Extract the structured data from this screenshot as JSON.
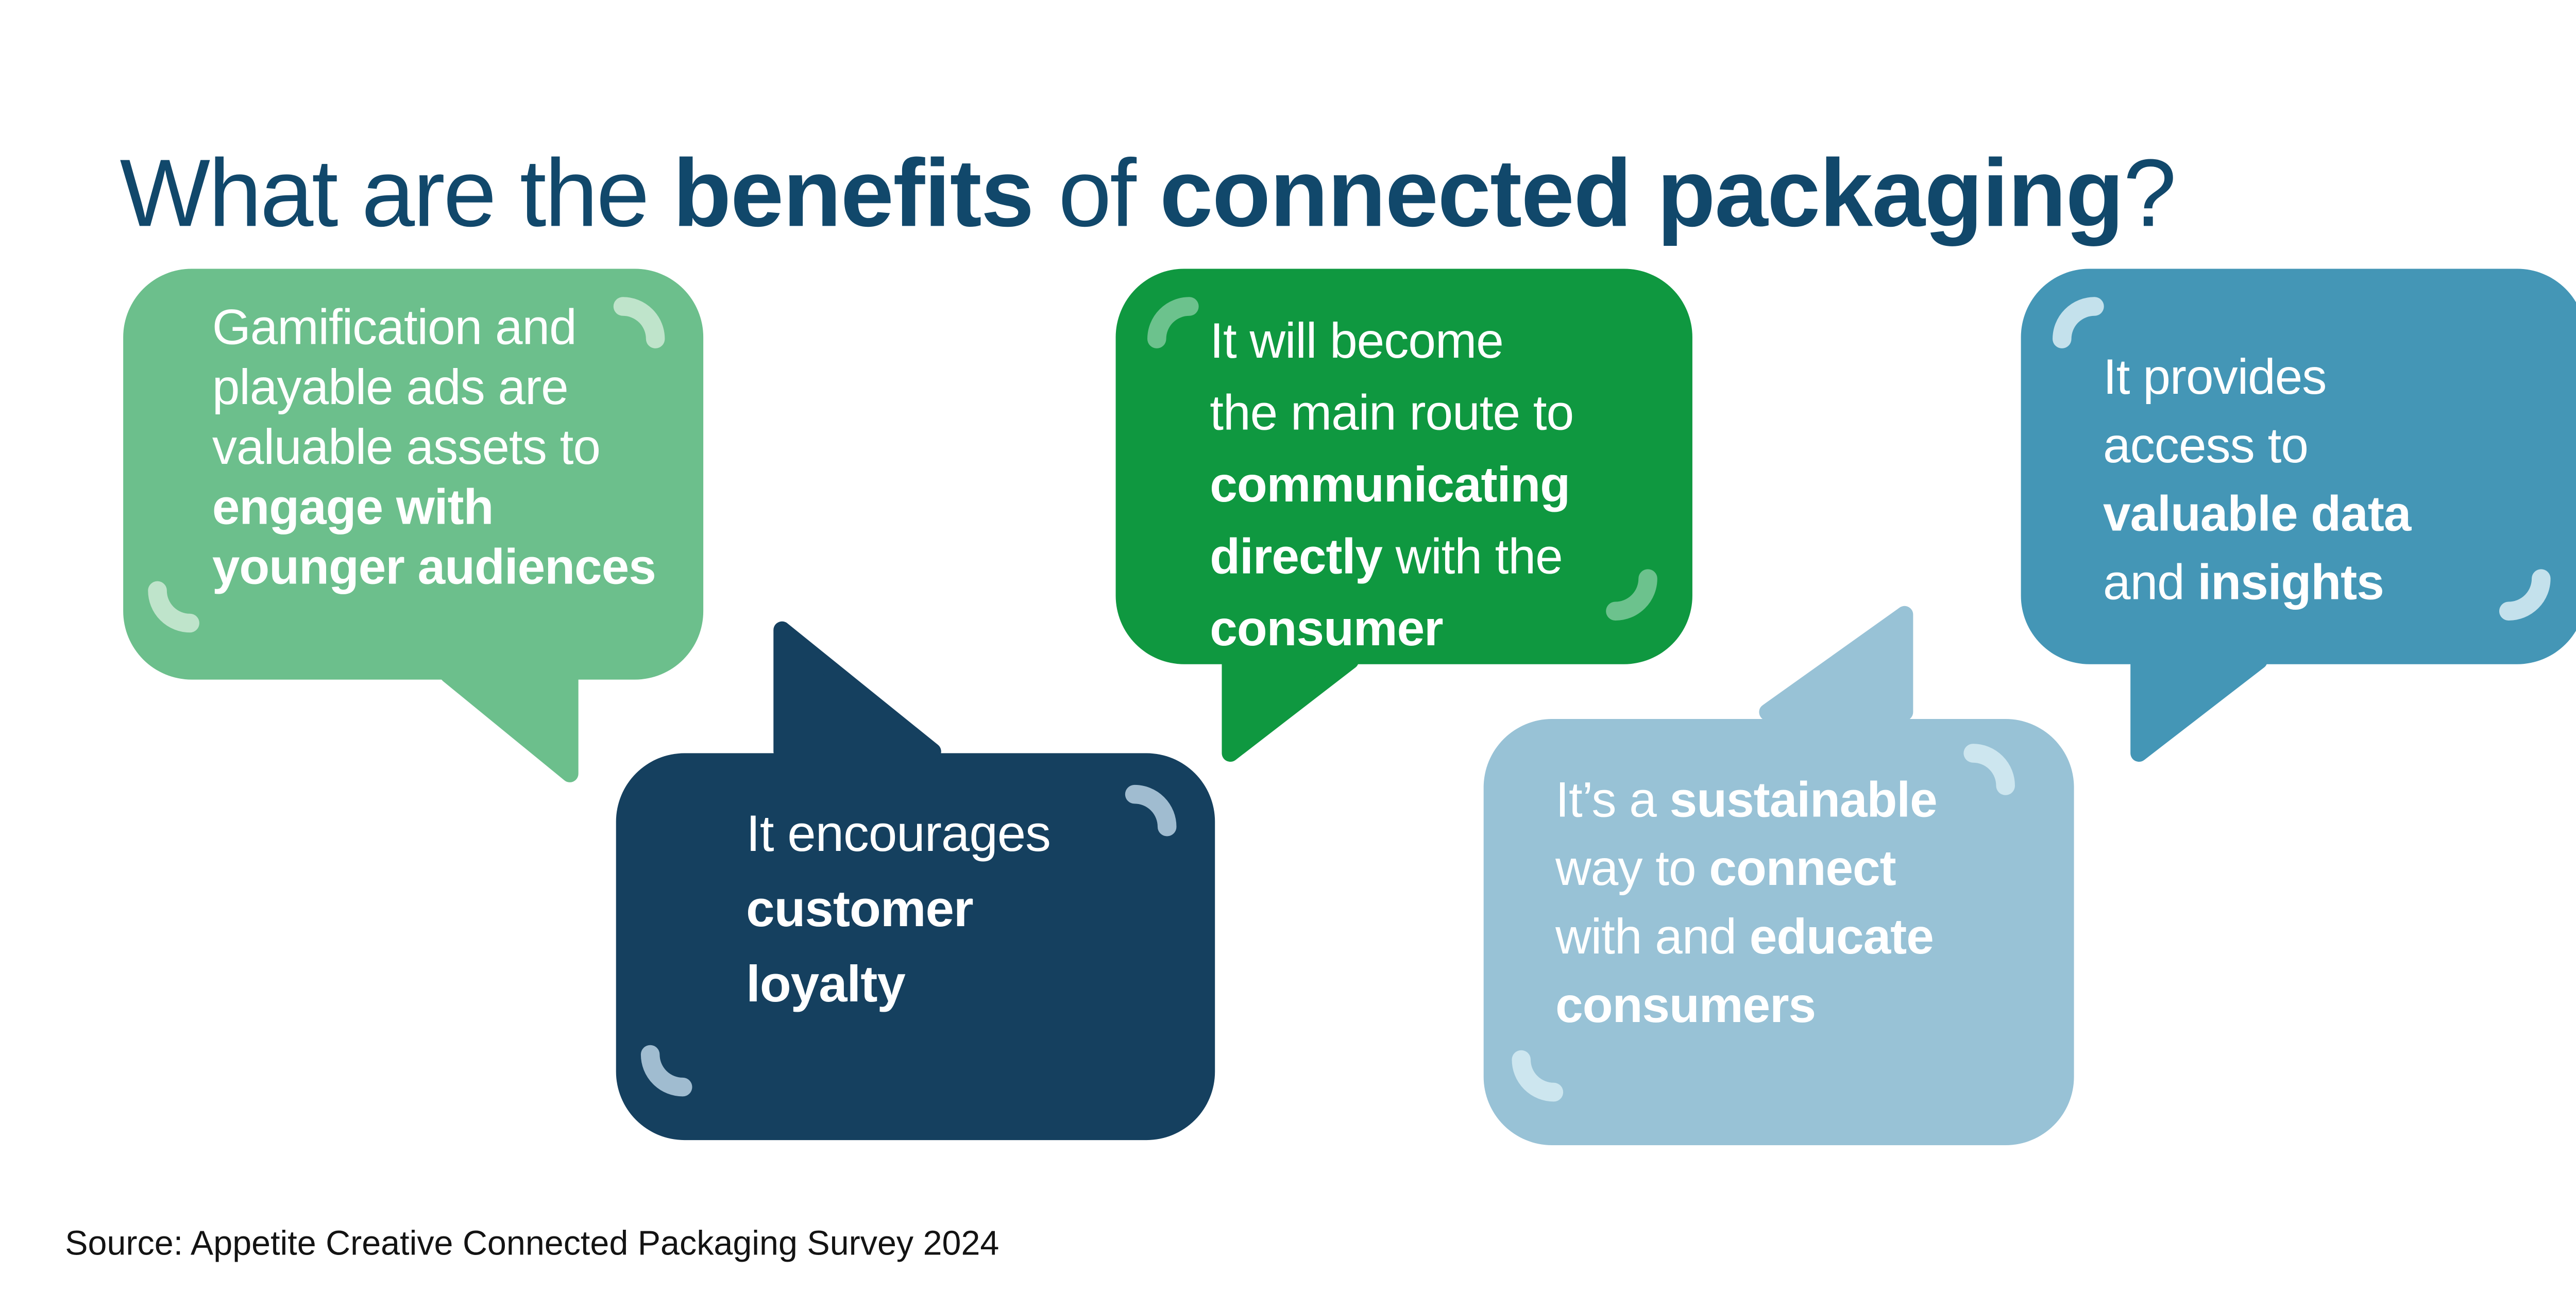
{
  "title": {
    "color": "#11486b",
    "parts": [
      {
        "text": "What are the ",
        "bold": false
      },
      {
        "text": "benefits",
        "bold": true
      },
      {
        "text": " of ",
        "bold": false
      },
      {
        "text": "connected packaging",
        "bold": true
      },
      {
        "text": "?",
        "bold": false
      }
    ]
  },
  "bubbles": [
    {
      "name": "engage-younger-audiences",
      "color": "#6cbf8c",
      "arc_color": "#bfe4cb",
      "text_color": "#ffffff",
      "tail_direction": "down",
      "segments": [
        {
          "text": "Gamification and\nplayable ads are\nvaluable assets to\n",
          "bold": false
        },
        {
          "text": "engage with\nyounger audiences",
          "bold": true
        }
      ]
    },
    {
      "name": "customer-loyalty",
      "color": "#15405f",
      "arc_color": "#a0bcd0",
      "text_color": "#ffffff",
      "tail_direction": "up",
      "segments": [
        {
          "text": "It encourages\n",
          "bold": false
        },
        {
          "text": "customer\nloyalty",
          "bold": true
        }
      ]
    },
    {
      "name": "communicating-directly-consumer",
      "color": "#0f9840",
      "arc_color": "#6cc28d",
      "text_color": "#ffffff",
      "tail_direction": "down",
      "segments": [
        {
          "text": "It will become\nthe main route to\n",
          "bold": false
        },
        {
          "text": "communicating\ndirectly",
          "bold": true
        },
        {
          "text": " with the\n",
          "bold": false
        },
        {
          "text": "consumer",
          "bold": true
        }
      ]
    },
    {
      "name": "sustainable-connect-educate",
      "color": "#98c2d6",
      "arc_color": "#cde6ef",
      "text_color": "#ffffff",
      "tail_direction": "up",
      "segments": [
        {
          "text": "It’s a ",
          "bold": false
        },
        {
          "text": "sustainable",
          "bold": true
        },
        {
          "text": "\nway to ",
          "bold": false
        },
        {
          "text": "connect",
          "bold": true
        },
        {
          "text": "\nwith and ",
          "bold": false
        },
        {
          "text": "educate\nconsumers",
          "bold": true
        }
      ]
    },
    {
      "name": "valuable-data-insights",
      "color": "#4496b6",
      "arc_color": "#c4e1ec",
      "text_color": "#ffffff",
      "tail_direction": "down",
      "segments": [
        {
          "text": "It provides\naccess to\n",
          "bold": false
        },
        {
          "text": "valuable data",
          "bold": true
        },
        {
          "text": "\nand ",
          "bold": false
        },
        {
          "text": "insights",
          "bold": true
        }
      ]
    }
  ],
  "source": {
    "text": "Source: Appetite Creative Connected Packaging Survey 2024",
    "color": "#131313"
  },
  "background": "#ffffff"
}
